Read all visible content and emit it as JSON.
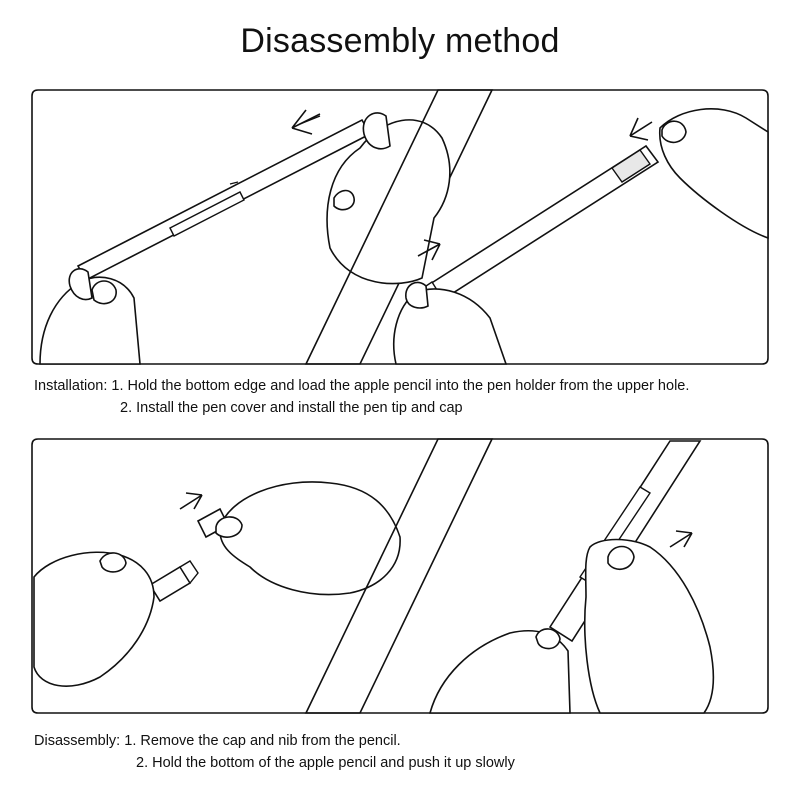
{
  "page": {
    "title": "Disassembly method"
  },
  "installation": {
    "heading": "Installation:",
    "step1": "1. Hold the bottom edge and load the apple pencil into the pen holder from the upper hole.",
    "step2": "2. Install the pen cover and install the pen tip and cap"
  },
  "disassembly": {
    "heading": "Disassembly:",
    "step1": "1. Remove the cap and nib from the pencil.",
    "step2": "2. Hold the bottom of the apple pencil and push it up slowly"
  },
  "colors": {
    "stroke": "#111111",
    "background": "#ffffff",
    "accent_fill": "#e8e8e8"
  },
  "icons": [
    "arrow-icon",
    "hand-illustration",
    "pencil-illustration"
  ]
}
